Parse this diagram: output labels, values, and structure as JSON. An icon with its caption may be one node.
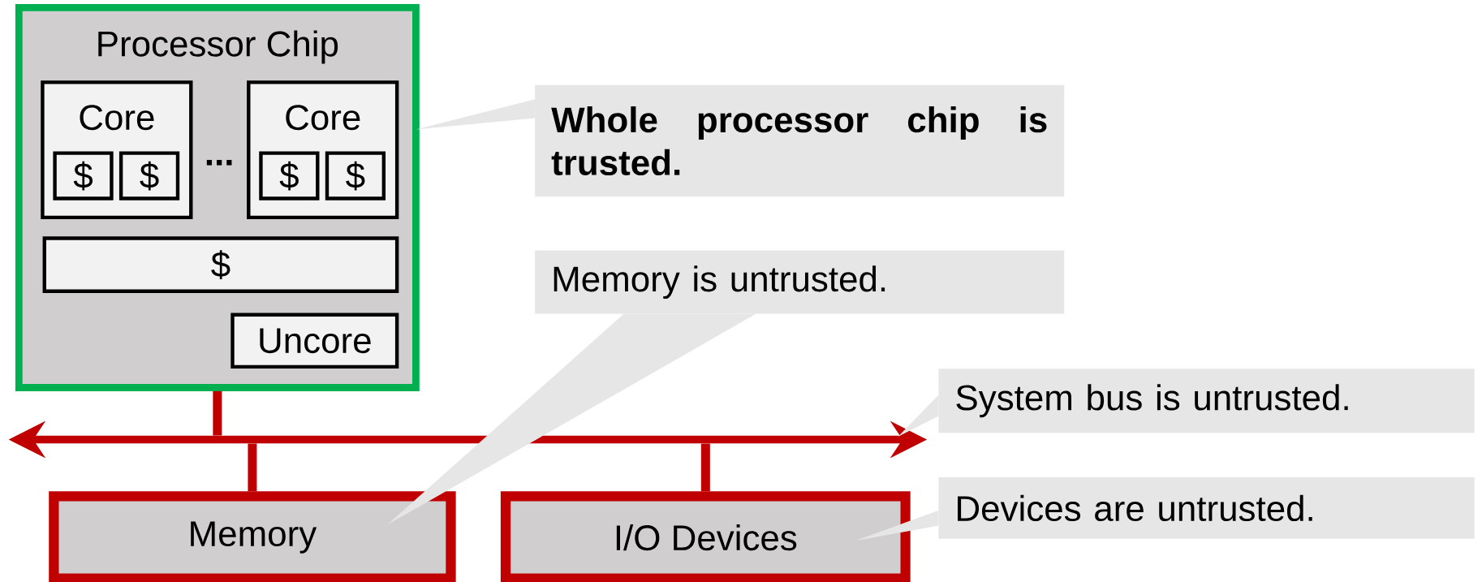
{
  "diagram": {
    "nodes": [
      {
        "text": [
          "Processor Chip"
        ]
      },
      {
        "text": [
          "Core"
        ],
        "in": 0
      },
      {
        "text": [
          "$"
        ],
        "in": 1
      },
      {
        "text": [
          "$"
        ],
        "in": 1
      },
      {
        "text": [
          "Core"
        ],
        "in": 0
      },
      {
        "text": [
          "$"
        ],
        "in": 4
      },
      {
        "text": [
          "$"
        ],
        "in": 4
      },
      {
        "text": [
          "$"
        ],
        "in": 0
      },
      {
        "text": [
          "Uncore"
        ],
        "in": 0
      },
      {
        "text": [
          "Whole processor chip is trusted."
        ]
      },
      {
        "text": [
          "Memory is untrusted."
        ]
      },
      {
        "text": [
          "System bus is untrusted."
        ]
      },
      {
        "text": [],
        "shape": "bar"
      },
      {
        "text": [
          "Memory"
        ]
      },
      {
        "text": [
          "Devices are untrusted."
        ]
      },
      {
        "text": [
          "I/O Devices"
        ]
      }
    ],
    "edges": [
      {
        "from": 0,
        "to": 12,
        "arrow": "none"
      },
      {
        "from": 12,
        "to": 13,
        "arrow": "none"
      },
      {
        "from": 12,
        "to": 15,
        "arrow": "none"
      },
      {
        "from": 9,
        "to": 0,
        "arrow": "none"
      },
      {
        "from": 10,
        "to": 13,
        "arrow": "none"
      },
      {
        "from": 11,
        "to": 12,
        "arrow": "none"
      },
      {
        "from": 14,
        "to": 15,
        "arrow": "none"
      }
    ],
    "labels": [
      "..."
    ]
  }
}
